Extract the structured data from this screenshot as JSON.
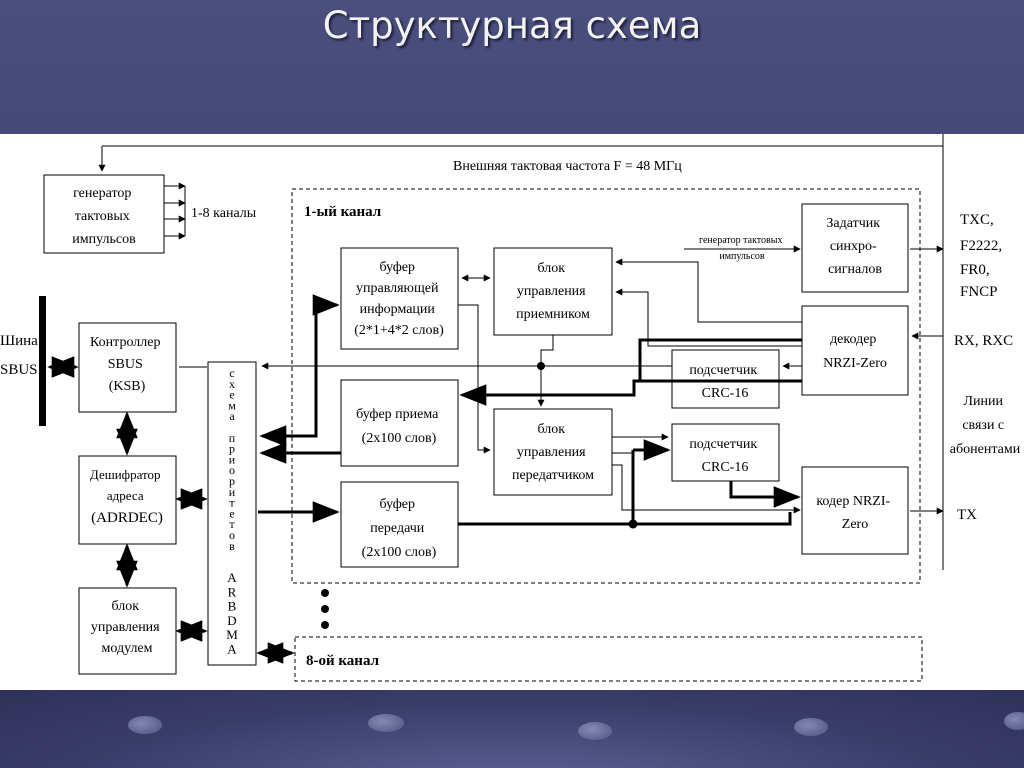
{
  "title": "Структурная схема",
  "diagram": {
    "ext_clock": "Внешняя тактовая частота F = 48 МГц",
    "gen": [
      "генератор",
      "тактовых",
      "импульсов"
    ],
    "channels_1_8": "1-8 каналы",
    "ch1_label": "1-ый канал",
    "ch8_label": "8-ой канал",
    "bus": [
      "Шина",
      "SBUS"
    ],
    "ksb": [
      "Контроллер",
      "SBUS",
      "(KSB)"
    ],
    "adrdec": [
      "Дешифратор",
      "адреса",
      "(ADRDEC)"
    ],
    "module_ctrl": [
      "блок",
      "управления",
      "модулем"
    ],
    "arbdma_upper": [
      "с",
      "х",
      "е",
      "м",
      "а",
      "",
      "п",
      "р",
      "и",
      "о",
      "р",
      "и",
      "т",
      "е",
      "т",
      "о",
      "в"
    ],
    "arbdma_lower": [
      "A",
      "R",
      "B",
      "D",
      "M",
      "A"
    ],
    "buf_ctrl": [
      "буфер",
      "управляющей",
      "информации",
      "(2*1+4*2 слов)"
    ],
    "buf_rx": [
      "буфер приема",
      "(2х100 слов)"
    ],
    "buf_tx": [
      "буфер",
      "передачи",
      "(2х100 слов)"
    ],
    "rx_ctrl": [
      "блок",
      "управления",
      "приемником"
    ],
    "tx_ctrl": [
      "блок",
      "управления",
      "передатчиком"
    ],
    "gen_small": [
      "генератор тактовых",
      "импульсов"
    ],
    "sync": [
      "Задатчик",
      "синхро-",
      "сигналов"
    ],
    "decoder": [
      "декодер",
      "NRZI-Zero"
    ],
    "crc_rx": [
      "подсчетчик",
      "CRC-16"
    ],
    "crc_tx": [
      "подсчетчик",
      "CRC-16"
    ],
    "coder": [
      "кодер NRZI-",
      "Zero"
    ],
    "txc": [
      "TXC,",
      "F2222,",
      "FR0,",
      "FNCP"
    ],
    "rx": "RX, RXC",
    "lines": [
      "Линии",
      "связи с",
      "абонентами"
    ],
    "tx": "TX"
  }
}
